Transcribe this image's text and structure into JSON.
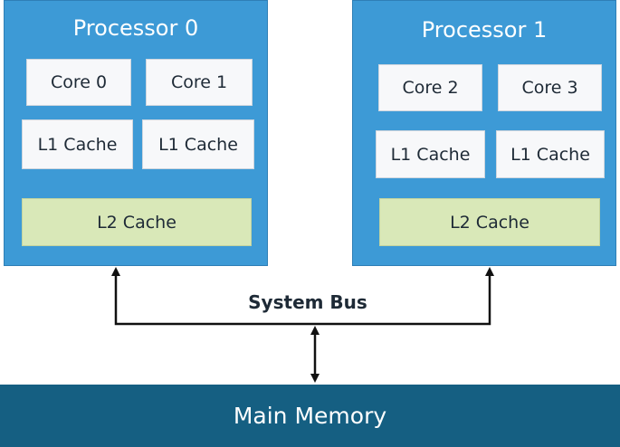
{
  "processors": [
    {
      "title": "Processor 0",
      "cores": [
        "Core 0",
        "Core 1"
      ],
      "l1": [
        "L1 Cache",
        "L1 Cache"
      ],
      "l2": "L2 Cache"
    },
    {
      "title": "Processor 1",
      "cores": [
        "Core 2",
        "Core 3"
      ],
      "l1": [
        "L1 Cache",
        "L1 Cache"
      ],
      "l2": "L2 Cache"
    }
  ],
  "bus": {
    "label": "System Bus"
  },
  "memory": {
    "label": "Main Memory"
  },
  "colors": {
    "processor_fill": "#3d9ad6",
    "l2_fill": "#d9e8b8",
    "memory_fill": "#155f82",
    "box_fill": "#f7f8fa"
  }
}
